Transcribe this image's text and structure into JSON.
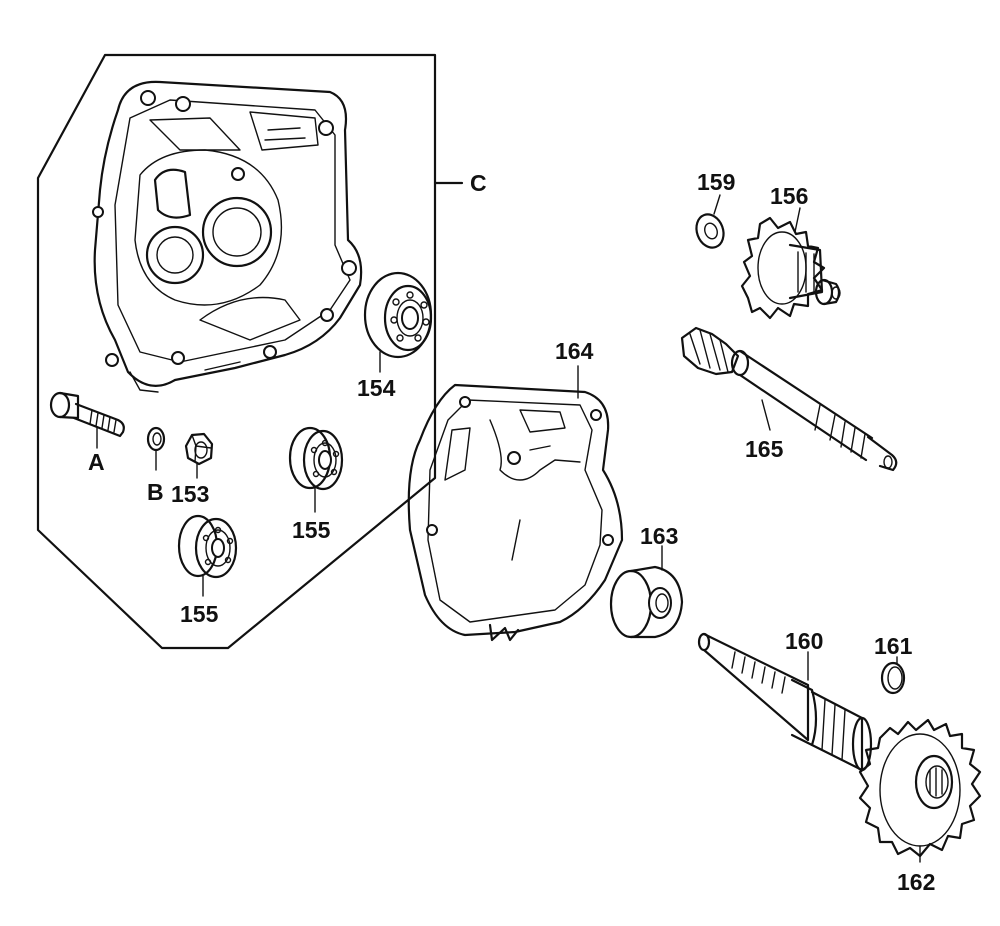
{
  "labels": {
    "c": "C",
    "a": "A",
    "b": "B",
    "p153": "153",
    "p154": "154",
    "p155a": "155",
    "p155b": "155",
    "p156": "156",
    "p159": "159",
    "p160": "160",
    "p161": "161",
    "p162": "162",
    "p163": "163",
    "p164": "164",
    "p165": "165"
  }
}
